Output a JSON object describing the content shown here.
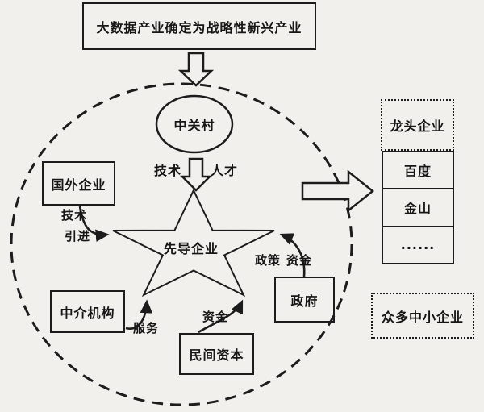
{
  "banner": {
    "text": "大数据产业确定为战略性新兴产业"
  },
  "cluster": {
    "hub": {
      "label": "中关村"
    },
    "hub_outputs": {
      "tech": "技术",
      "talent": "人才"
    },
    "star": {
      "label": "先导企业"
    },
    "foreign": {
      "label": "国外企业",
      "flow_line1": "技术",
      "flow_line2": "引进"
    },
    "intermediary": {
      "label": "中介机构",
      "flow": "服务"
    },
    "private_capital": {
      "label": "民间资本",
      "flow": "资金"
    },
    "government": {
      "label": "政府",
      "flow_policy": "政策",
      "flow_fund": "资金"
    }
  },
  "output_list": {
    "header": "龙头企业",
    "items": [
      "百度",
      "金山",
      "......"
    ]
  },
  "side_note": {
    "text": "众多中小企业"
  },
  "colors": {
    "ink": "#1c1c1c",
    "paper": "#f1f0ed"
  }
}
